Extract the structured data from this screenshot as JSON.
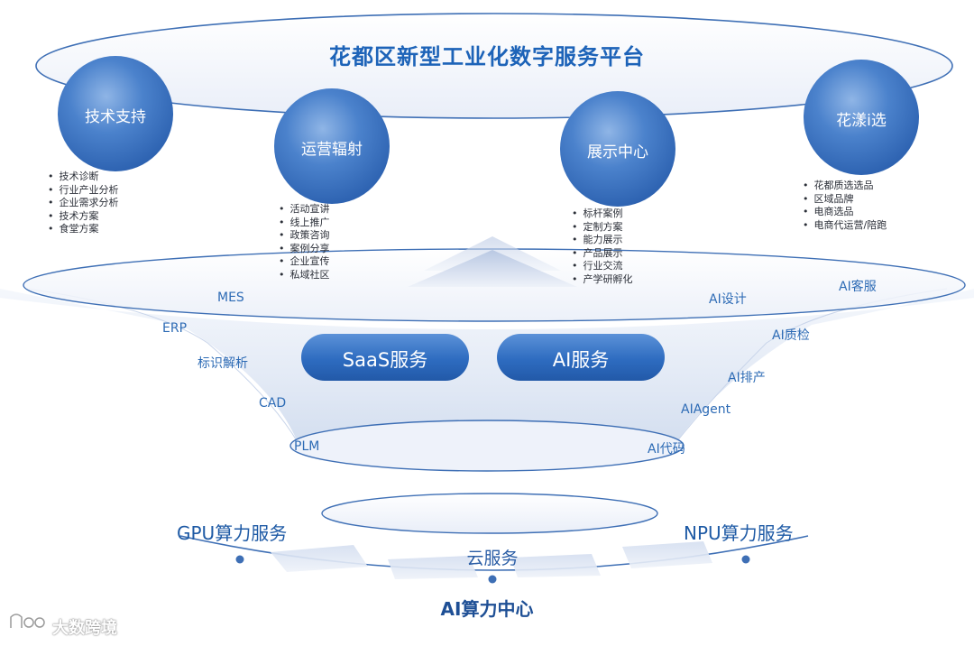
{
  "title": "花都区新型工业化数字服务平台",
  "bubbles": [
    {
      "label": "技术支持",
      "items": [
        "技术诊断",
        "行业产业分析",
        "企业需求分析",
        "技术方案",
        "食堂方案"
      ]
    },
    {
      "label": "运营辐射",
      "items": [
        "活动宣讲",
        "线上推广",
        "政策咨询",
        "案例分享",
        "企业宣传",
        "私域社区"
      ]
    },
    {
      "label": "展示中心",
      "items": [
        "标杆案例",
        "定制方案",
        "能力展示",
        "产品展示",
        "行业交流",
        "产学研孵化"
      ]
    },
    {
      "label": "花漾i选",
      "items": [
        "花都质选选品",
        "区域品牌",
        "电商选品",
        "电商代运营/陪跑"
      ]
    }
  ],
  "left_labels": [
    "MES",
    "ERP",
    "标识解析",
    "CAD",
    "PLM"
  ],
  "right_labels": [
    "AI客服",
    "AI设计",
    "AI质检",
    "AI排产",
    "AIAgent",
    "AI代码"
  ],
  "pills": [
    "SaaS服务",
    "AI服务"
  ],
  "compute": {
    "gpu": "GPU算力服务",
    "npu": "NPU算力服务",
    "cloud": "云服务",
    "center": "AI算力中心"
  },
  "watermark": "大数跨境",
  "colors": {
    "accent": "#1d63b8",
    "bubble": "#3f78c4",
    "pill": "#2a6cc4"
  }
}
